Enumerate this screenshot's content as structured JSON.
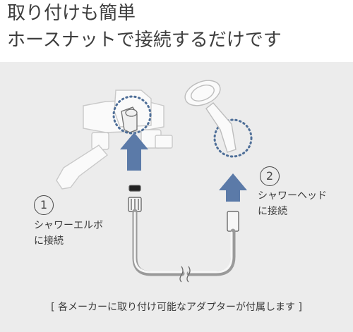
{
  "heading": {
    "line1": "取り付けも簡単",
    "line2": "ホースナットで接続するだけです"
  },
  "steps": [
    {
      "number": "1",
      "line1": "シャワーエルボ",
      "line2": "に接続"
    },
    {
      "number": "2",
      "line1": "シャワーヘッド",
      "line2": "に接続"
    }
  ],
  "footnote": "[ 各メーカーに取り付け可能なアダプターが付属します ]",
  "colors": {
    "panel": "#ececec",
    "arrow": "#5b7aa8",
    "dots": "#4f6f98",
    "text": "#3d3d3d"
  }
}
